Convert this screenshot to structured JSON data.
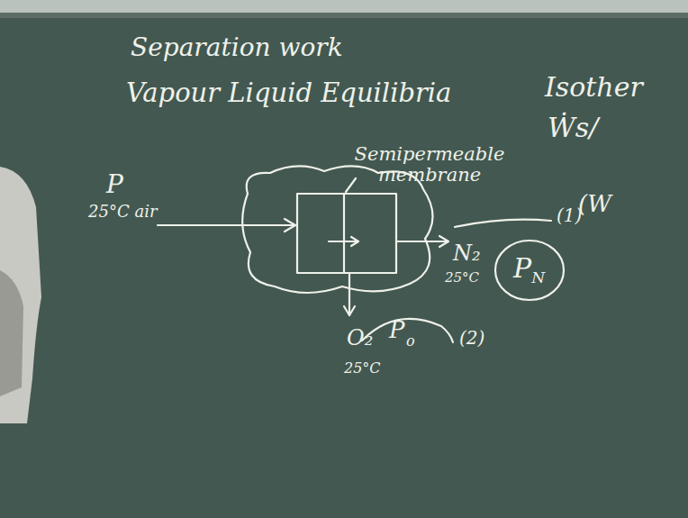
{
  "diagram": {
    "nodes": [
      {
        "text": [
          "P",
          "N"
        ]
      }
    ],
    "labels": [
      "Separation work",
      "Vapour Liquid Equilibria",
      "P",
      "25°C air",
      "Semipermeable membrane",
      "N₂",
      "(1)",
      "25°C",
      "O₂",
      "P",
      "o",
      "(2)",
      "25°C",
      "Isother",
      "Ẇs/",
      "(W"
    ]
  }
}
